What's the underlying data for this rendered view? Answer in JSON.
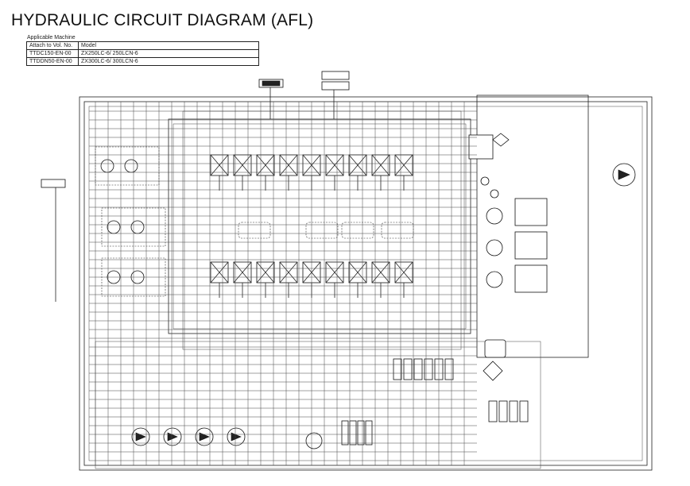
{
  "title": "HYDRAULIC CIRCUIT DIAGRAM (AFL)",
  "applicable_machine": {
    "label": "Applicable Machine",
    "headers": [
      "Attach to Vol. No.",
      "Model"
    ],
    "rows": [
      [
        "TTDC150-EN-00",
        "ZX250LC-6/ 250LCN-6"
      ],
      [
        "TTDDN50-EN-00",
        "ZX300LC-6/ 300LCN-6"
      ]
    ]
  },
  "colors": {
    "line": "#222222",
    "background": "#ffffff"
  }
}
